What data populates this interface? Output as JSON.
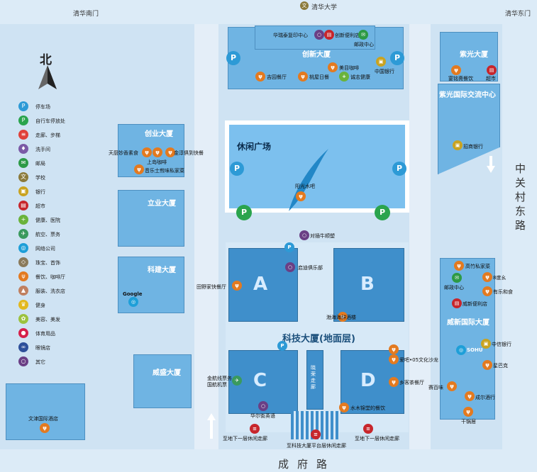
{
  "roads": {
    "south_gate": "清华南门",
    "university": "清华大学",
    "east_gate": "清华东门",
    "zhongguancun_east": "中关村东路",
    "chengfu": "成府路"
  },
  "north": "北",
  "buildings": {
    "innovation": "创新大厦",
    "ziguang": "紫光大厦",
    "ziguang_center": "紫光国际交流中心",
    "chuangye": "创业大厦",
    "liye": "立业大厦",
    "kejian": "科建大厦",
    "weisheng": "威盛大厦",
    "wenjin": "文津国际酒店",
    "weixin": "威新国际大厦",
    "keji": "科技大厦(地面层)",
    "plaza": "休闲广场",
    "A": "A",
    "B": "B",
    "C": "C",
    "D": "D"
  },
  "labels": {
    "huarui": "华瑞泰复印中心",
    "chuangxin_store": "创新便利店",
    "post1": "邮政中心",
    "meimu": "美目咖啡",
    "bank_china": "中国银行",
    "jixiang": "吉园餐厅",
    "taoyang": "桃屋日餐",
    "chengzhi": "诚志健康",
    "yaoming": "宴铭斋餐饮",
    "chaoshi": "超市",
    "zhaoshang": "招商银行",
    "tianchu": "天厨妙香素食",
    "jinzhou": "金淳俱到快餐",
    "shangdao": "上岛咖啡",
    "yinyue": "音乐士煎味私家菜",
    "sunshine": "阳光水吧",
    "sculpture": "对插牛顺塑",
    "qidi": "启迪俱乐部",
    "tianye": "田野家快餐厅",
    "bohai": "渤海海鲜酒楼",
    "google": "Google",
    "gaoyu": "高竹私家菜",
    "banyuan": "8度幺",
    "post2": "邮政中心",
    "youle": "有乐和食",
    "weixin_store": "威新便利店",
    "zhongxin": "中信银行",
    "sohu": "SOHU",
    "starbucks": "星巴克",
    "saibai": "赛百味",
    "chenger": "成尔酒行",
    "qianguo": "干锅居",
    "aiba": "爱吧•05文化沙龙",
    "xiangke": "乡客茶餐厅",
    "jinhang": "金航线票务\n国航机票",
    "huaerjie": "华尔街英语",
    "shuimu": "水木锦堂的餐饮",
    "corridor": "晓荣走廊",
    "under_left": "至地下一层休闲走廊",
    "under_mid": "至科技大厦平台层休闲走廊",
    "under_right": "至地下一层休闲走廊"
  },
  "legend": [
    {
      "icon": "park",
      "color": "#2d9ad6",
      "text": "停车场"
    },
    {
      "icon": "bike",
      "color": "#2aa44d",
      "text": "自行车停放处"
    },
    {
      "icon": "stairs",
      "color": "#e0413a",
      "text": "走廊、步梯"
    },
    {
      "icon": "wc",
      "color": "#7b5aa6",
      "text": "洗手间"
    },
    {
      "icon": "post",
      "color": "#2d9a46",
      "text": "邮局"
    },
    {
      "icon": "school",
      "color": "#8b7a3a",
      "text": "学校"
    },
    {
      "icon": "bank",
      "color": "#c9a321",
      "text": "银行"
    },
    {
      "icon": "market",
      "color": "#c7262c",
      "text": "超市"
    },
    {
      "icon": "health",
      "color": "#6ab33b",
      "text": "健康、医院"
    },
    {
      "icon": "air",
      "color": "#3a9a5e",
      "text": "航空、票务"
    },
    {
      "icon": "net",
      "color": "#1e9fd8",
      "text": "网络公司"
    },
    {
      "icon": "jewel",
      "color": "#8a7a5a",
      "text": "珠宝、首饰"
    },
    {
      "icon": "food",
      "color": "#e37a20",
      "text": "餐饮、咖啡厅"
    },
    {
      "icon": "laundry",
      "color": "#c08060",
      "text": "服装、洗衣店"
    },
    {
      "icon": "gym",
      "color": "#e2b81e",
      "text": "健身"
    },
    {
      "icon": "beauty",
      "color": "#9cc23e",
      "text": "美容、美发"
    },
    {
      "icon": "sport",
      "color": "#d6204a",
      "text": "体育用品"
    },
    {
      "icon": "glasses",
      "color": "#2d4f9a",
      "text": "眼镜店"
    },
    {
      "icon": "other",
      "color": "#6a3f85",
      "text": "其它"
    }
  ]
}
